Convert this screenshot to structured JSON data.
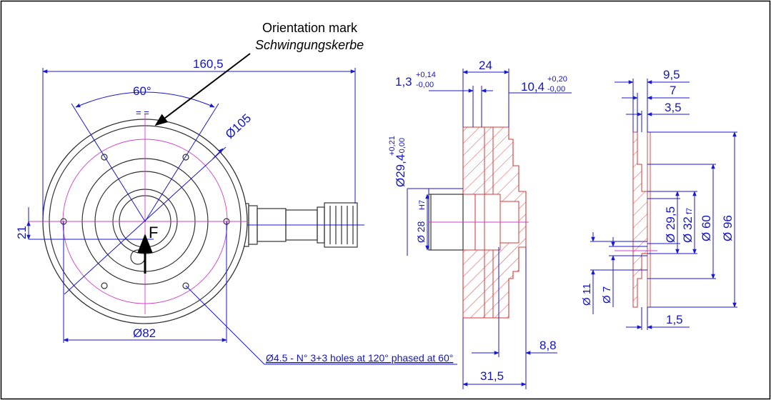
{
  "labels": {
    "orientation_en": "Orientation mark",
    "orientation_de": "Schwingungskerbe",
    "force": "F",
    "holes_note": "Ø4.5 - N° 3+3 holes at 120° phased at 60°",
    "equal_mark": "= ="
  },
  "front_view": {
    "overall_width": "160,5",
    "angle": "60°",
    "pcd_outer": "Ø105",
    "pcd_inner": "Ø82",
    "offset": "21"
  },
  "section_view": {
    "thickness": "24",
    "tol_left_base": "1,3",
    "tol_left_up": "+0,14",
    "tol_left_lo": "-0,00",
    "tol_right_base": "10,4",
    "tol_right_up": "+0,20",
    "tol_right_lo": "-0,00",
    "bore_outer_base": "Ø29,4",
    "bore_outer_up": "+0,21",
    "bore_outer_lo": "-0,00",
    "bore": "Ø 28",
    "bore_fit": "H7",
    "depth_small": "8,8",
    "total_length": "31,5"
  },
  "side_view": {
    "d1": "9,5",
    "d2": "7",
    "d3": "3,5",
    "d4": "1,5",
    "dia_29": "Ø 29,5",
    "dia_32": "Ø 32",
    "dia_32_fit": "f7",
    "dia_60": "Ø 60",
    "dia_96": "Ø 96",
    "dia_11": "Ø 11",
    "dia_7": "Ø 7"
  }
}
